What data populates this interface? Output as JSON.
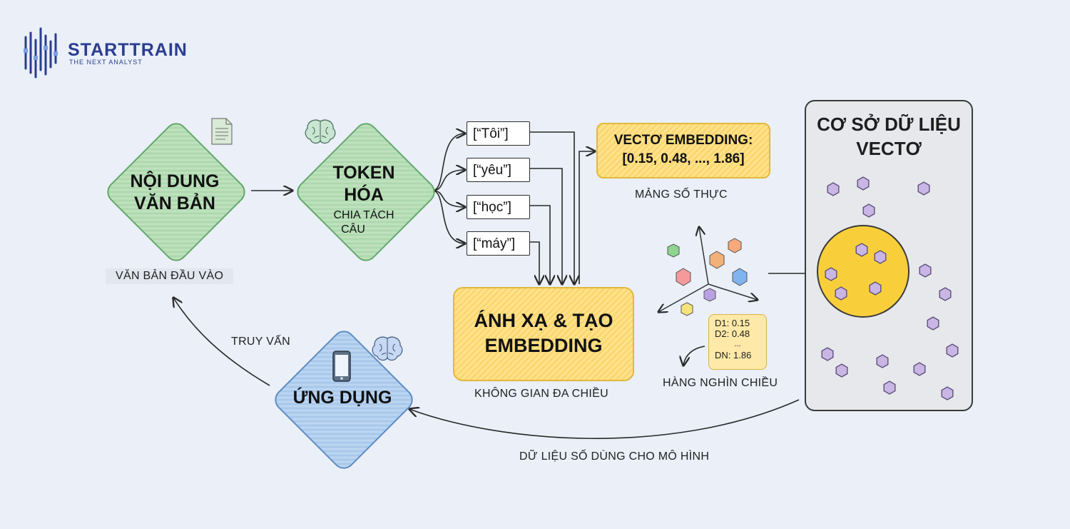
{
  "brand": {
    "name": "STARTTRAIN",
    "tagline": "THE NEXT ANALYST"
  },
  "nodes": {
    "content": {
      "line1": "NỘI DUNG",
      "line2": "VĂN BẢN",
      "caption": "VĂN BẢN ĐẦU VÀO"
    },
    "tokenize": {
      "line1": "TOKEN",
      "line2": "HÓA",
      "sub1": "CHIA TÁCH",
      "sub2": "CÂU"
    },
    "app": {
      "label": "ỨNG DỤNG"
    }
  },
  "tokens": [
    "[“Tôi”]",
    "[“yêu”]",
    "[“học”]",
    "[“máy”]"
  ],
  "vector_embedding": {
    "line1": "VECTƠ EMBEDDING:",
    "line2": "[0.15, 0.48, ..., 1.86]",
    "caption": "MẢNG SỐ THỰC"
  },
  "mapping": {
    "line1": "ÁNH XẠ & TẠO",
    "line2": "EMBEDDING",
    "caption": "KHÔNG GIAN ĐA CHIỀU"
  },
  "dimensions": {
    "d1": "D1: 0.15",
    "d2": "D2: 0.48",
    "dots": "...",
    "dn": "DN: 1.86",
    "caption": "HÀNG NGHÌN CHIỀU"
  },
  "database": {
    "line1": "CƠ SỞ DỮ LIỆU",
    "line2": "VECTƠ"
  },
  "edges": {
    "query": "TRUY VẤN",
    "output": "DỮ LIỆU SỐ DÙNG CHO MÔ HÌNH"
  },
  "colors": {
    "green": "#aed8ae",
    "blue": "#a9c8ea",
    "yellow": "#fbd670",
    "brand": "#2a3d8f",
    "hexagon": "#c9b6e4"
  },
  "icons": [
    "document-icon",
    "brain-icon",
    "smartphone-icon"
  ]
}
